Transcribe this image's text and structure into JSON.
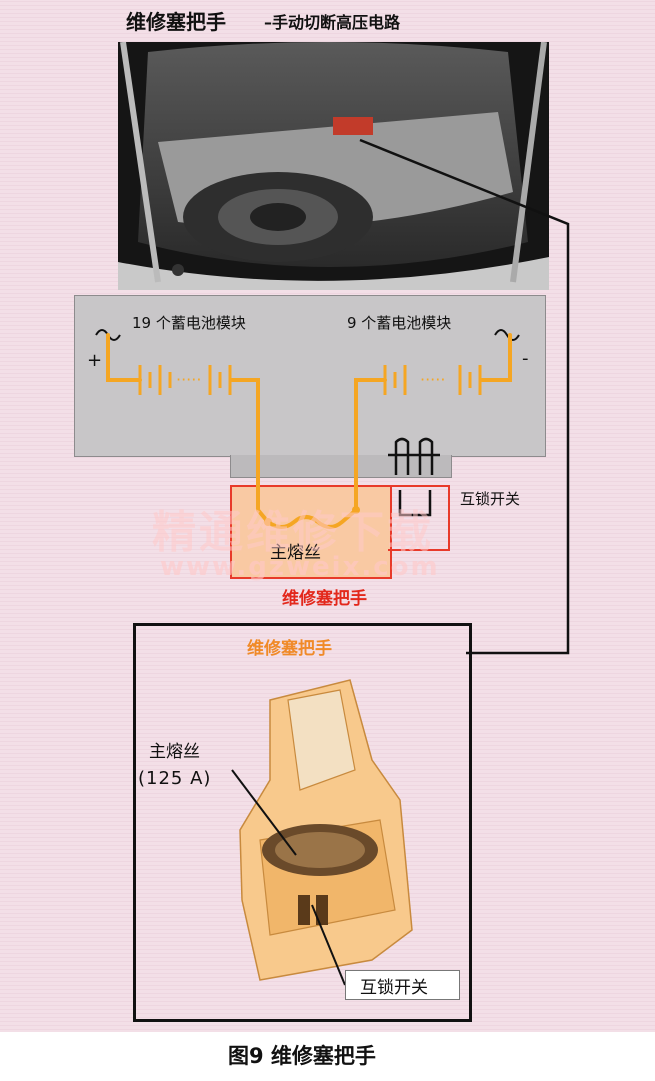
{
  "header": {
    "title": "维修塞把手",
    "subtitle": "–手动切断高压电路"
  },
  "battery": {
    "left_group_label": "19 个蓄电池模块",
    "right_group_label": "9 个蓄电池模块",
    "positive_symbol": "+",
    "negative_symbol": "-",
    "wire_color": "#f5a623"
  },
  "service_plug": {
    "fuse_label": "主熔丝",
    "interlock_label": "互锁开关",
    "plug_label": "维修塞把手",
    "label_color": "#e3281c",
    "box_fill": "#f9c9a3"
  },
  "detail": {
    "title": "维修塞把手",
    "fuse_label": "主熔丝",
    "fuse_rating": "(125 A)",
    "interlock_label": "互锁开关",
    "title_color": "#f08a28"
  },
  "watermark": {
    "text": "精通维修下载",
    "url": "www.gzweix.com"
  },
  "caption": "图9 维修塞把手"
}
